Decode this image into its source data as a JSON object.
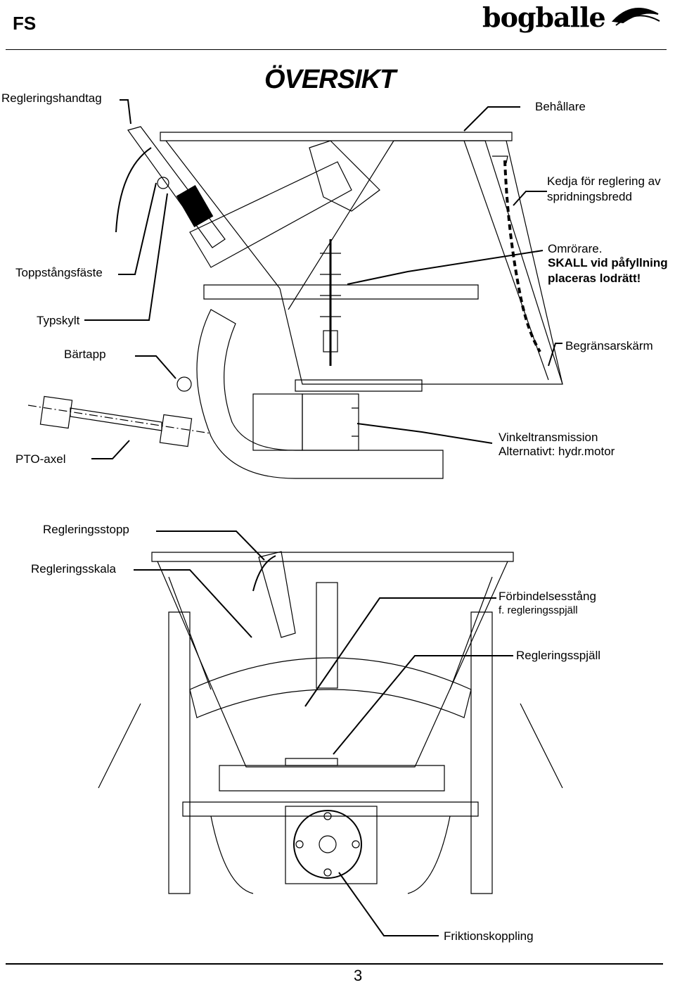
{
  "header": {
    "code": "FS",
    "logo": "bogballe"
  },
  "title": "ÖVERSIKT",
  "upper_labels": {
    "regleringshandtag": "Regleringshandtag",
    "behallare": "Behållare",
    "kedja_line1": "Kedja för reglering av",
    "kedja_line2": "spridningsbredd",
    "toppstangsfaste": "Toppstångsfäste",
    "omrorare_line1": "Omrörare.",
    "omrorare_line2": "SKALL vid påfyllning",
    "omrorare_line3": "placeras lodrätt!",
    "typskylt": "Typskylt",
    "bartapp": "Bärtapp",
    "begransarskarm": "Begränsarskärm",
    "pto_axel": "PTO-axel",
    "vinkel_line1": "Vinkeltransmission",
    "vinkel_line2": "Alternativt: hydr.motor"
  },
  "lower_labels": {
    "regleringsstopp": "Regleringsstopp",
    "regleringsskala": "Regleringsskala",
    "forbindel_line1": "Förbindelsesstång",
    "forbindel_line2": "f. regleringsspjäll",
    "regleringsspjall": "Regleringsspjäll",
    "friktionskoppling": "Friktionskoppling"
  },
  "footer": {
    "page_number": "3"
  }
}
